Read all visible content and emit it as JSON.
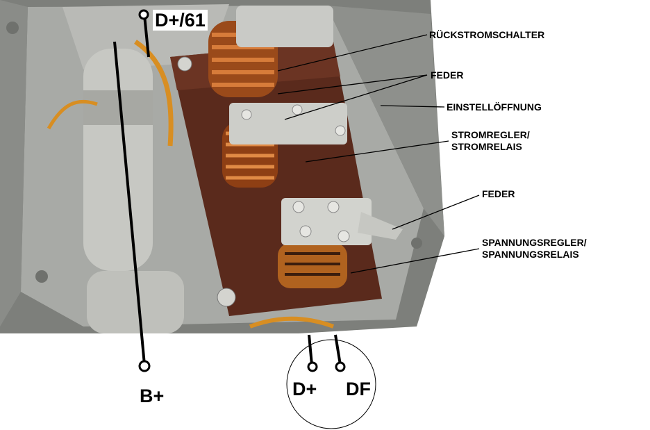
{
  "labels": {
    "d_plus_61": "D+/61",
    "b_plus": "B+",
    "d_plus": "D+",
    "df": "DF",
    "rueckstromschalter": "RÜCKSTROMSCHALTER",
    "feder_top": "FEDER",
    "einstelloeffnung": "EINSTELLÖFFNUNG",
    "stromregler_line1": "STROMREGLER/",
    "stromregler_line2": "STROMRELAIS",
    "feder_bottom": "FEDER",
    "spannungsregler_line1": "SPANNUNGSREGLER/",
    "spannungsregler_line2": "SPANNUNGSRELAIS"
  },
  "colors": {
    "background": "#ffffff",
    "housing": "#9a9c98",
    "board": "#5a2a1c",
    "copper_coil": "#b8642a",
    "label_text": "#000000"
  }
}
